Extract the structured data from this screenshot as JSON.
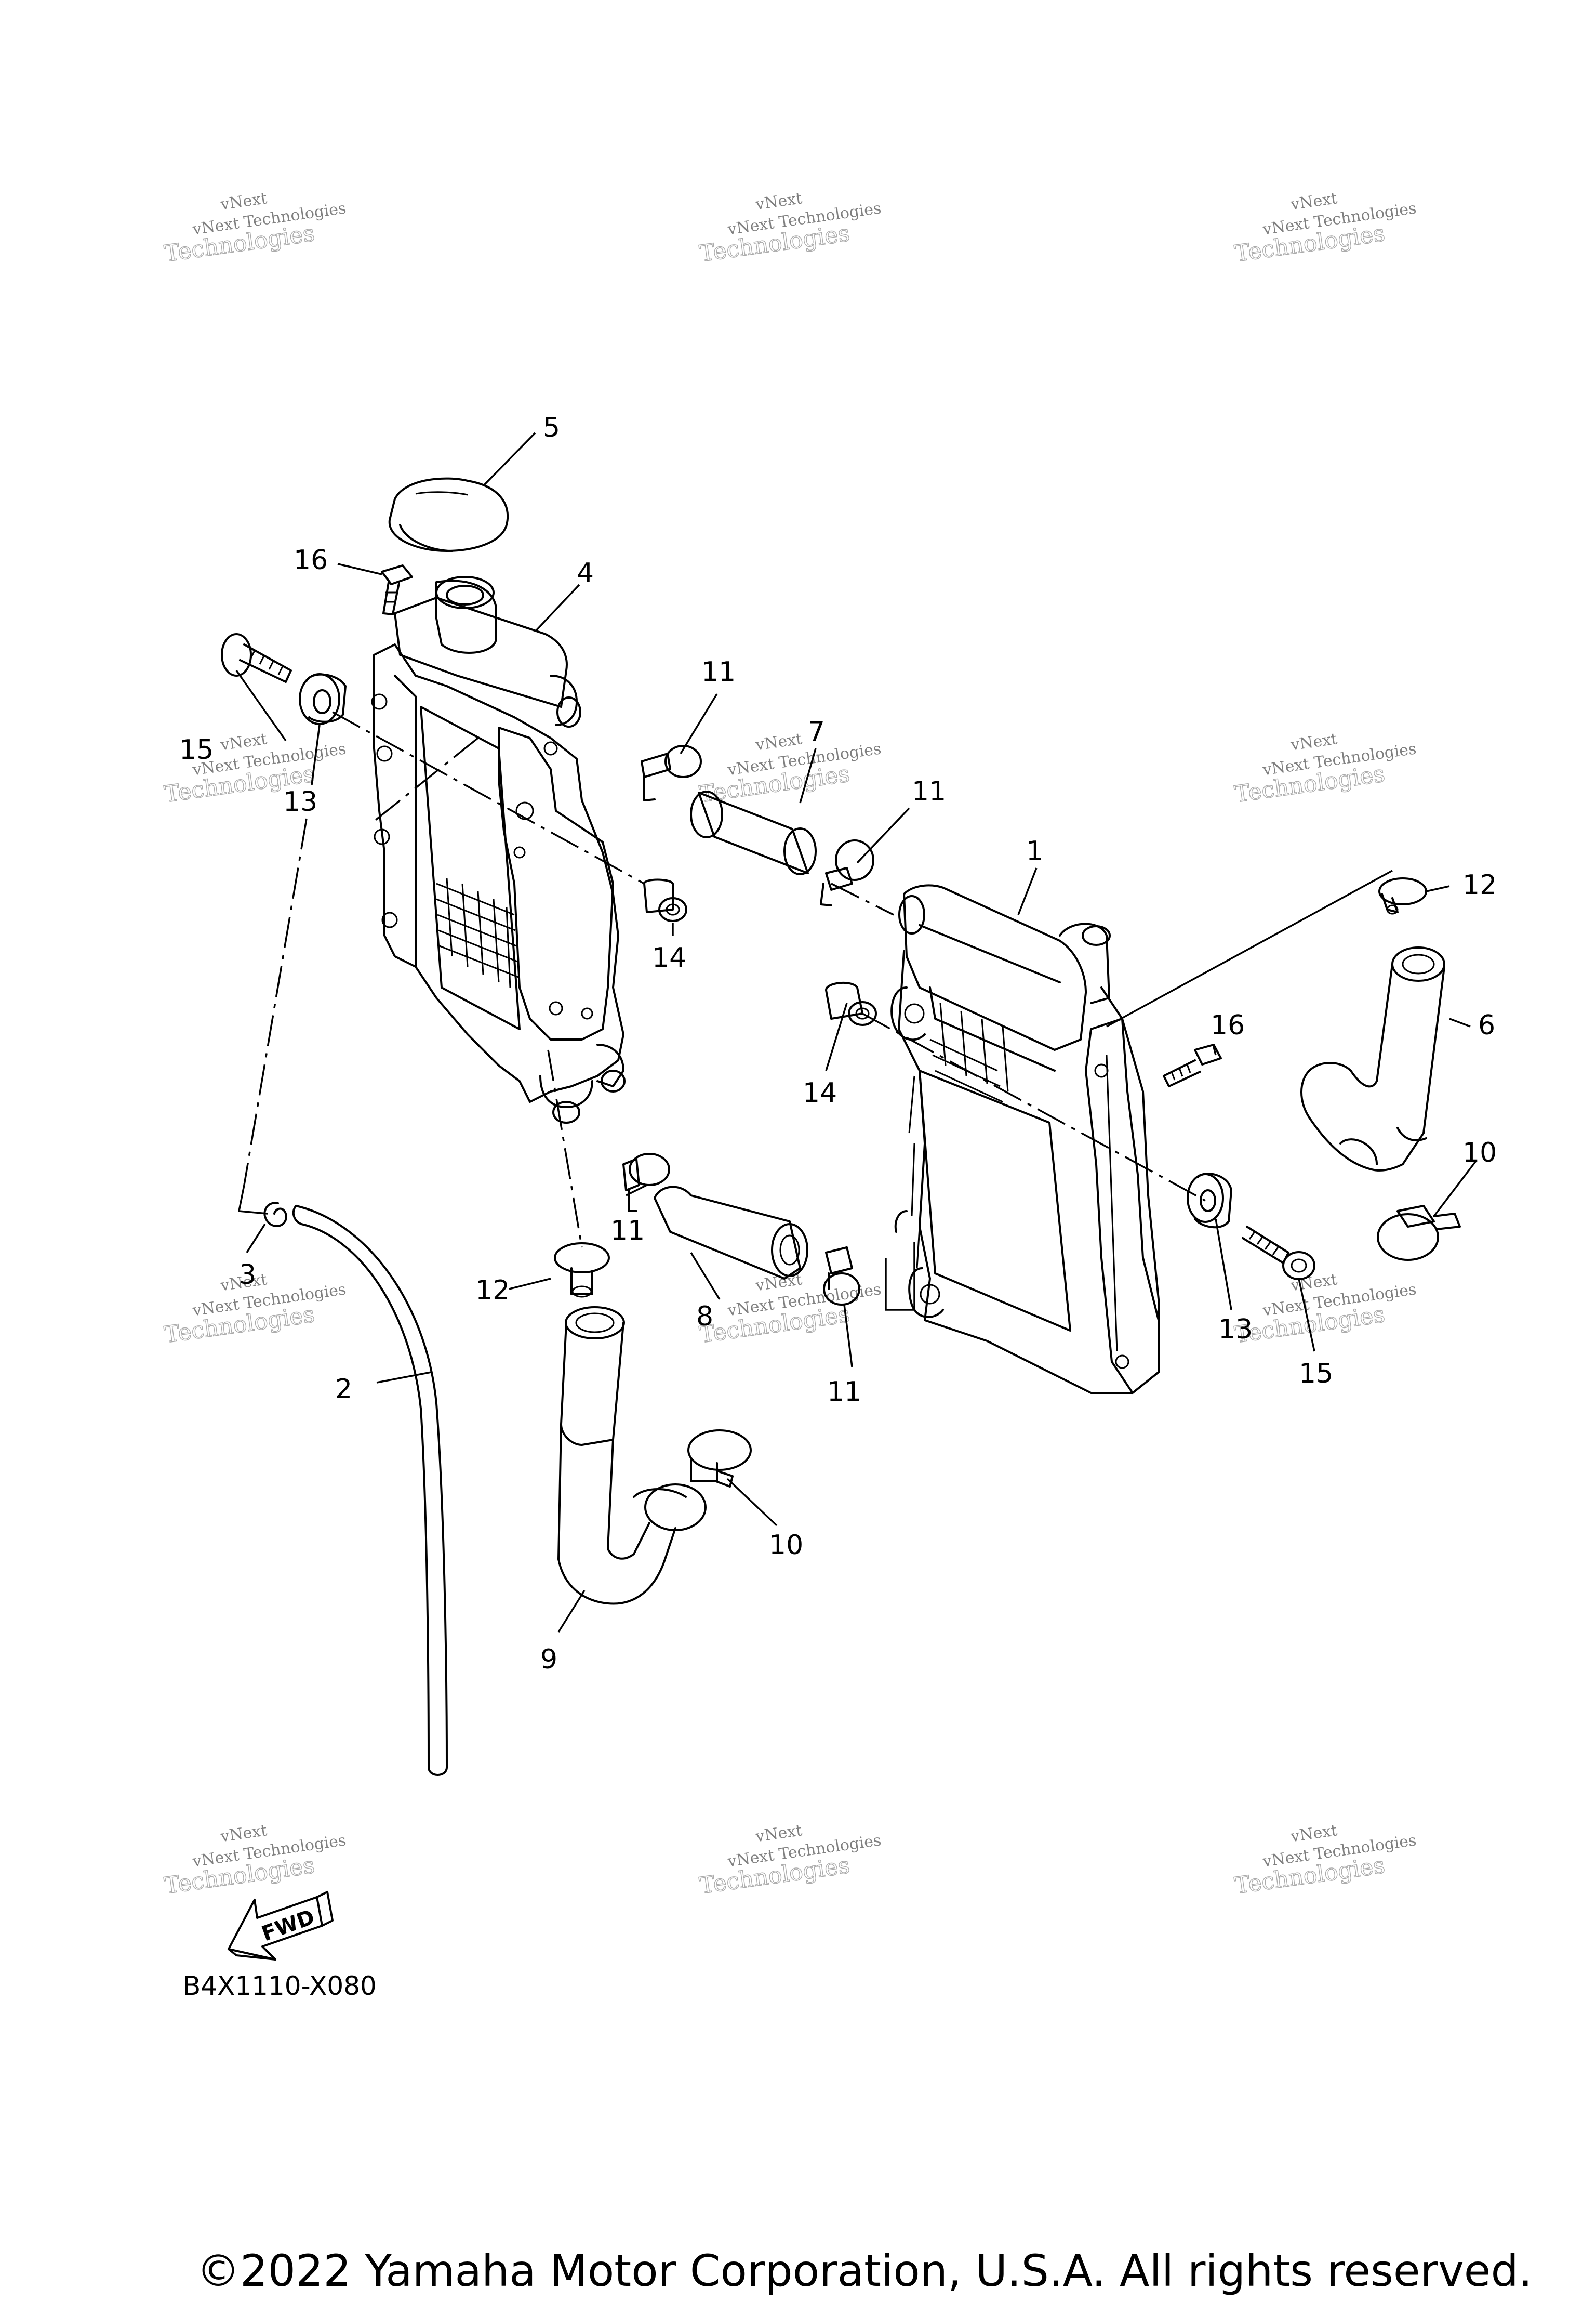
{
  "callouts": {
    "p1": "1",
    "p2": "2",
    "p3": "3",
    "p4": "4",
    "p5": "5",
    "p6": "6",
    "p7": "7",
    "p8": "8",
    "p9": "9",
    "p10a": "10",
    "p10b": "10",
    "p11a": "11",
    "p11b": "11",
    "p11c": "11",
    "p11d": "11",
    "p12a": "12",
    "p12b": "12",
    "p13a": "13",
    "p13b": "13",
    "p14a": "14",
    "p14b": "14",
    "p15a": "15",
    "p15b": "15",
    "p16a": "16",
    "p16b": "16"
  },
  "fwd_label": "FWD",
  "diagram_code": "B4X1110-X080",
  "copyright": "©2022 Yamaha Motor Corporation, U.S.A. All rights reserved.",
  "watermark": {
    "line1": "vNext",
    "line2": "vNext Technologies",
    "line3": "Technologies"
  }
}
